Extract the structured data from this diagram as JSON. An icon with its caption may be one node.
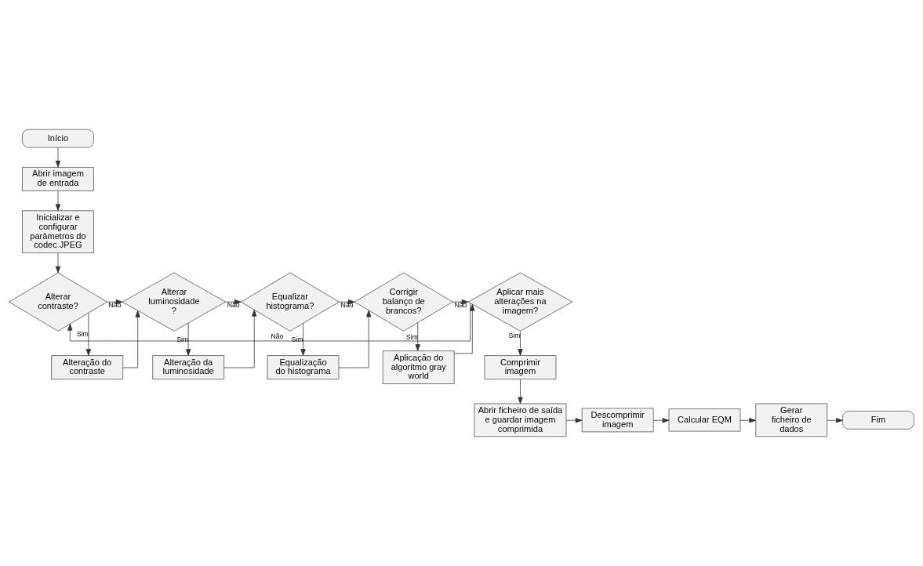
{
  "diagram": {
    "nodes": [
      {
        "text": [
          "Início"
        ]
      },
      {
        "text": [
          "Abrir imagem de entrada"
        ]
      },
      {
        "text": [
          "Inicializar e configurar parâmetros do codec JPEG"
        ]
      },
      {
        "text": [
          "Alterar contraste?"
        ]
      },
      {
        "text": [
          "Alteração do contraste"
        ]
      },
      {
        "text": [
          "Alterar luminosidade ?"
        ]
      },
      {
        "text": [
          "Alteração da luminosidade"
        ]
      },
      {
        "text": [
          "Equalizar histograma?"
        ]
      },
      {
        "text": [
          "Equalização do histograma"
        ]
      },
      {
        "text": [
          "Corrigir balanço de brancos?"
        ]
      },
      {
        "text": [
          "Aplicação do algoritmo gray world"
        ]
      },
      {
        "text": [
          "Aplicar mais alterações na imagem?"
        ]
      },
      {
        "text": [
          "Comprimir imagem"
        ]
      },
      {
        "text": [
          "Abrir ficheiro de saída e guardar imagem comprimida"
        ]
      },
      {
        "text": [
          "Descomprimir imagem"
        ]
      },
      {
        "text": [
          "Calcular EQM"
        ]
      },
      {
        "text": [
          "Gerar ficheiro de dados"
        ]
      },
      {
        "text": [
          "Fim"
        ]
      }
    ],
    "edges": [
      {
        "from": 0,
        "to": 1,
        "arrow": "to"
      },
      {
        "from": 1,
        "to": 2,
        "arrow": "to"
      },
      {
        "from": 2,
        "to": 3,
        "arrow": "to"
      },
      {
        "from": 3,
        "to": 5,
        "label": "Não",
        "arrow": "to"
      },
      {
        "from": 3,
        "to": 4,
        "label": "Sim",
        "arrow": "to"
      },
      {
        "from": 4,
        "to": 5,
        "arrow": "to"
      },
      {
        "from": 5,
        "to": 7,
        "label": "Não",
        "arrow": "to"
      },
      {
        "from": 5,
        "to": 6,
        "label": "Sim",
        "arrow": "to"
      },
      {
        "from": 6,
        "to": 7,
        "arrow": "to"
      },
      {
        "from": 7,
        "to": 9,
        "label": "Não",
        "arrow": "to"
      },
      {
        "from": 7,
        "to": 8,
        "label": "Sim",
        "arrow": "to"
      },
      {
        "from": 8,
        "to": 9,
        "arrow": "to"
      },
      {
        "from": 9,
        "to": 11,
        "label": "Não",
        "arrow": "to"
      },
      {
        "from": 9,
        "to": 10,
        "label": "Sim",
        "arrow": "to"
      },
      {
        "from": 10,
        "to": 11,
        "arrow": "to"
      },
      {
        "from": 11,
        "to": 3,
        "label": "Não",
        "arrow": "to"
      },
      {
        "from": 11,
        "to": 12,
        "label": "Sim",
        "arrow": "to"
      },
      {
        "from": 12,
        "to": 13,
        "arrow": "to"
      },
      {
        "from": 13,
        "to": 14,
        "arrow": "to"
      },
      {
        "from": 14,
        "to": 15,
        "arrow": "to"
      },
      {
        "from": 15,
        "to": 16,
        "arrow": "to"
      },
      {
        "from": 16,
        "to": 17,
        "arrow": "to"
      }
    ]
  }
}
